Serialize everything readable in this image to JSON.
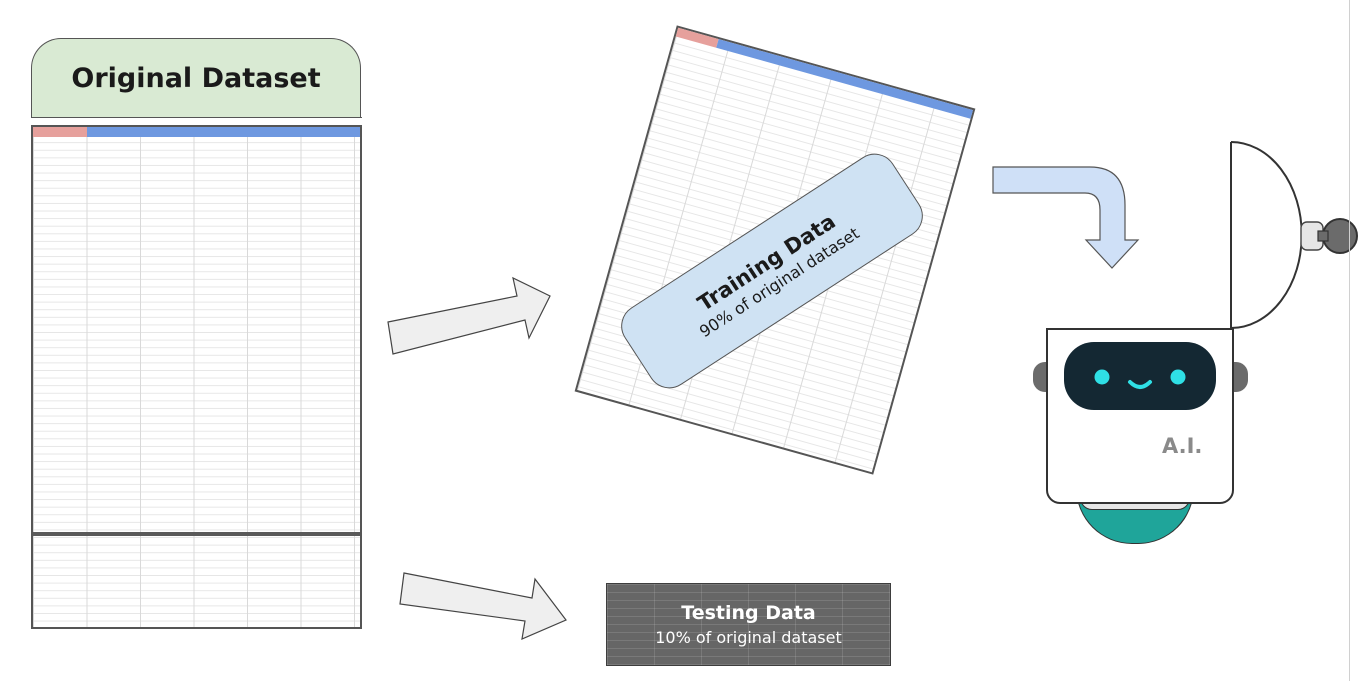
{
  "original": {
    "title": "Original Dataset"
  },
  "training": {
    "title": "Training Data",
    "subtitle": "90% of original dataset"
  },
  "testing": {
    "title": "Testing Data",
    "subtitle": "10% of original dataset"
  },
  "robot": {
    "label": "A.I."
  },
  "colors": {
    "original_header_bg": "#d9ead3",
    "training_label_bg": "#cfe2f3",
    "testing_bg": "#666666",
    "key_column": "#e6a09c",
    "feature_columns": "#6e98e0",
    "robot_visor": "#142833",
    "robot_eyes": "#2fe0e6",
    "robot_base": "#1fa59a",
    "flow_arrow_blue": "#cfe0f7",
    "flow_arrow_gray": "#efefef"
  },
  "icons": [
    "arrow-right-icon",
    "curved-arrow-down-icon",
    "robot-icon",
    "dome-icon"
  ]
}
